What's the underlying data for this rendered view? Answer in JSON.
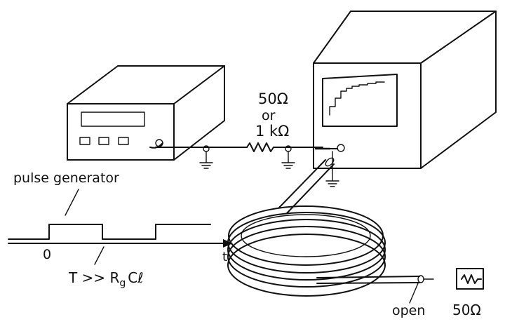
{
  "labels": {
    "generator": "pulse generator",
    "resistor_value_1": "50Ω",
    "resistor_or": "or",
    "resistor_value_2": "1 kΩ",
    "origin": "0",
    "time_axis": "t",
    "condition_prefix": "T >> R",
    "condition_sub": "g",
    "condition_suffix": "Cℓ",
    "open_end": "open",
    "termination": "50Ω"
  },
  "icons": {
    "generator": "pulse-generator-icon",
    "oscilloscope": "oscilloscope-icon",
    "cable": "coiled-coax-cable-icon",
    "resistor": "resistor-icon",
    "ground": "ground-icon"
  }
}
